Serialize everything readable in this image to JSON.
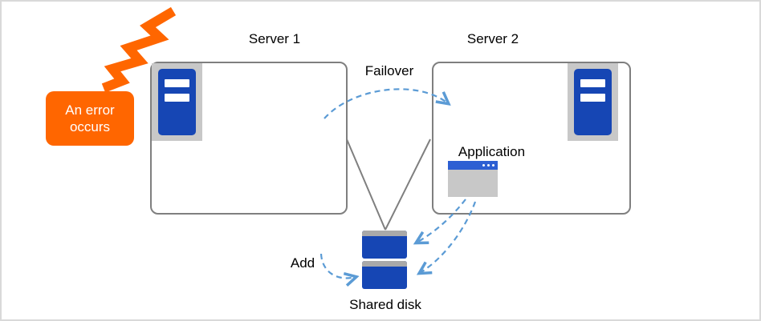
{
  "labels": {
    "server1": "Server 1",
    "server2": "Server 2",
    "failover": "Failover",
    "error": "An error occurs",
    "application": "Application",
    "add": "Add",
    "shared_disk": "Shared disk"
  },
  "icons": {
    "server": "server-tower-icon",
    "application": "application-window-icon",
    "shared_disk": "stacked-disks-icon",
    "error_flash": "lightning-flash-icon"
  },
  "colors": {
    "server_blue": "#1646B4",
    "icon_gray": "#C8C8C8",
    "error_orange": "#FF6600",
    "arrow_blue": "#5B9BD5",
    "connector_gray": "#7F7F7F"
  }
}
